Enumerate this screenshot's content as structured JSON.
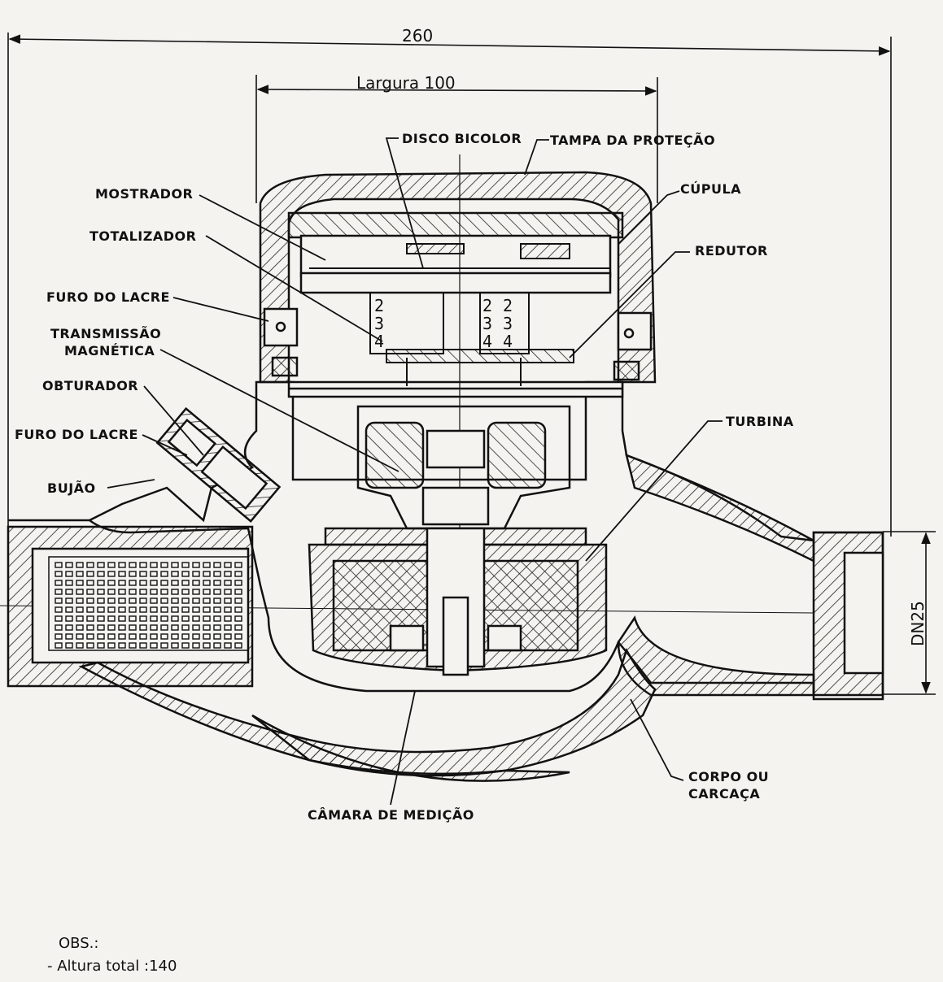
{
  "dimensions": {
    "overall_length": "260",
    "width": "Largura 100",
    "nominal_diameter": "DN25"
  },
  "labels": {
    "disco_bicolor": "DISCO BICOLOR",
    "tampa_protecao": "TAMPA DA PROTEÇÃO",
    "mostrador": "MOSTRADOR",
    "cupula": "CÚPULA",
    "totalizador": "TOTALIZADOR",
    "redutor": "REDUTOR",
    "furo_lacre_1": "FURO DO LACRE",
    "transmissao": "TRANSMISSÃO",
    "magnetica": "MAGNÉTICA",
    "obturador": "OBTURADOR",
    "furo_lacre_2": "FURO DO LACRE",
    "turbina": "TURBINA",
    "bujao": "BUJÃO",
    "camara": "CÂMARA DE MEDIÇÃO",
    "corpo": "CORPO OU",
    "carcaca": "CARCAÇA"
  },
  "register_digits": {
    "left": [
      "2",
      "3",
      "4"
    ],
    "middle": [
      "2",
      "3",
      "4"
    ],
    "right": [
      "2",
      "3",
      "4"
    ]
  },
  "notes": {
    "obs_title": "OBS.:",
    "obs_line": "- Altura total :140"
  }
}
